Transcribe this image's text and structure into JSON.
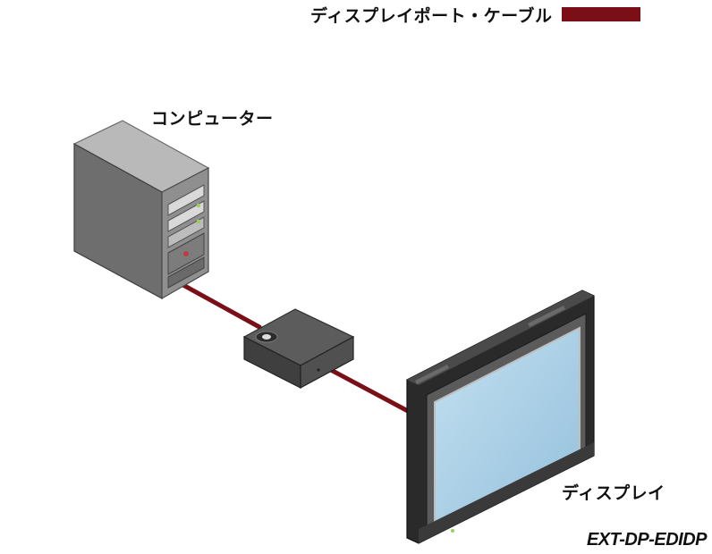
{
  "legend": {
    "cable_label": "ディスプレイポート・ケーブル",
    "cable_color": "#7a0f18"
  },
  "labels": {
    "computer": "コンピューター",
    "display": "ディスプレイ",
    "model": "EXT-DP-EDIDP"
  },
  "colors": {
    "cable": "#7a0f18",
    "device_body": "#4a4a4a",
    "screen": "#a9d1e8"
  }
}
